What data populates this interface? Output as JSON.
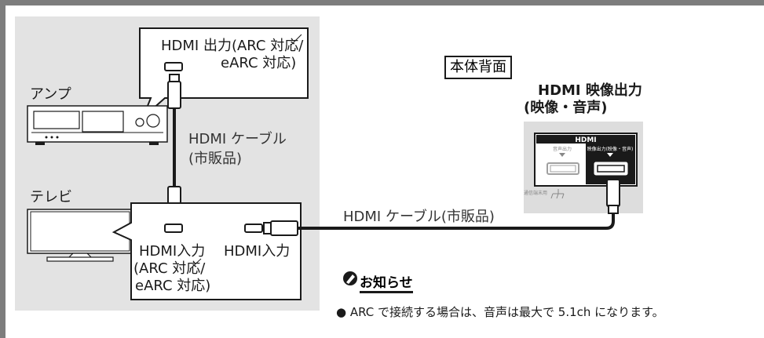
{
  "bubble_amp": {
    "line1": "HDMI 出力(ARC 対応/",
    "line2": "eARC 対応)"
  },
  "amp_label": "アンプ",
  "tv_label": "テレビ",
  "cable_left": {
    "line1": "HDMI ケーブル",
    "line2": "(市販品)"
  },
  "cable_right": "HDMI ケーブル(市販品)",
  "tv_bubble": {
    "in1_line1": "HDMI入力",
    "in1_line2": "(ARC 対応/",
    "in1_line3": "eARC 対応)",
    "in2": "HDMI入力"
  },
  "rear_label": "本体背面",
  "output_label": {
    "line1": "HDMI 映像出力",
    "line2": "(映像・音声)"
  },
  "rear_panel": {
    "hdmi_logo": "HDMI",
    "audio_out": "音声出力",
    "video_out": "映像出力(映像・音声)",
    "ground": "通信端末用"
  },
  "note": {
    "title": "お知らせ",
    "bullet": "● ARC で接続する場合は、音声は最大で 5.1ch になります。"
  },
  "colors": {
    "frame": "#7d7d7d",
    "panel": "#e3e3e3",
    "line": "#1a1a1a"
  }
}
